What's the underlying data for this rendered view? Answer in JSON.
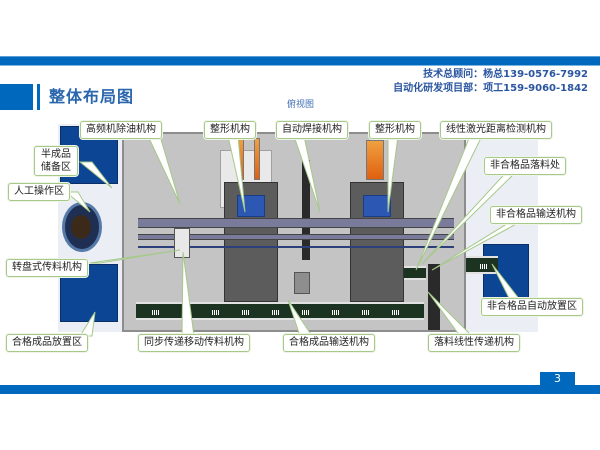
{
  "header": {
    "title": "整体布局图",
    "contact_line1": "技术总顾问：杨总139-0576-7992",
    "contact_line2": "自动化研发项目部：项工159-9060-1842"
  },
  "diagram": {
    "view_label": "俯视图",
    "callouts": {
      "semi_finished": "半成品储备区",
      "manual_station": "人工操作区",
      "oil_removal": "高频机除油机构",
      "shaping_1": "整形机构",
      "auto_welding": "自动焊接机构",
      "shaping_2": "整形机构",
      "laser_detection": "线性激光距离检测机构",
      "reject_drop": "非合格品落料处",
      "reject_conveyor": "非合格品输送机构",
      "turntable_transfer": "转盘式传料机构",
      "reject_auto_place": "非合格品自动放置区",
      "finished_place": "合格成品放置区",
      "sync_transfer": "同步传递移动传料机构",
      "finished_conveyor": "合格成品输送机构",
      "drop_linear": "落料线性传递机构"
    }
  },
  "footer": {
    "page_number": "3"
  },
  "colors": {
    "brand_blue": "#0069bd",
    "title_blue": "#2a66ad",
    "zone_blue": "#0b4594",
    "callout_border": "#a6c98a"
  }
}
